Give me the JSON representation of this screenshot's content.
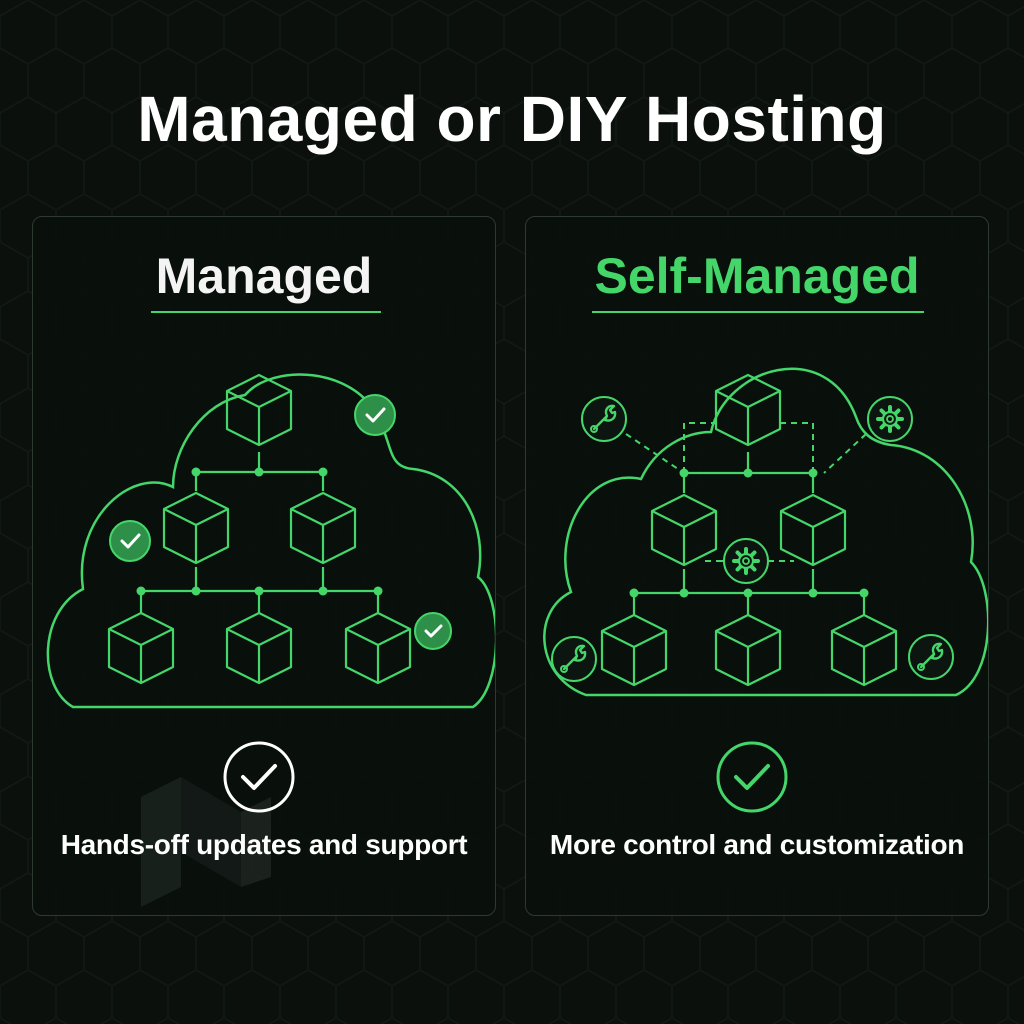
{
  "title": "Managed or DIY Hosting",
  "colors": {
    "background": "#0b100d",
    "accent_green": "#45d66a",
    "panel_border": "#2c3a30",
    "text_white": "#ffffff"
  },
  "panels": [
    {
      "heading": "Managed",
      "caption": "Hands-off updates and support",
      "icons": [
        "cloud-icon",
        "cube-icon",
        "check-badge-icon",
        "check-circle-icon"
      ]
    },
    {
      "heading": "Self-Managed",
      "caption": "More control and customization",
      "icons": [
        "cloud-icon",
        "cube-icon",
        "wrench-icon",
        "gear-icon",
        "check-circle-icon"
      ]
    }
  ]
}
